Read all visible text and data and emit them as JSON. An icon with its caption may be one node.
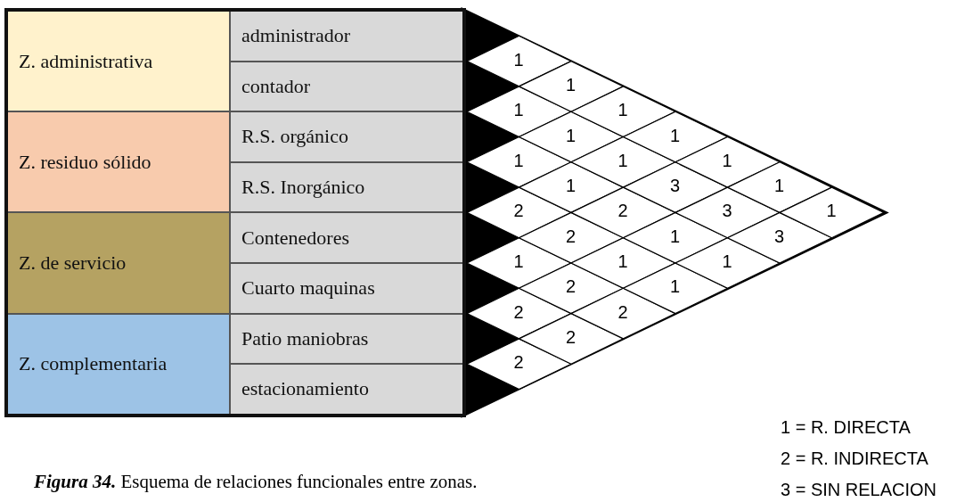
{
  "diagram": {
    "caption": "**Figura 34.** Esquema de relaciones funcionales entre zonas.",
    "nodes": [
      {
        "text": [
          "Z. administrativa"
        ]
      },
      {
        "text": [
          "administrador"
        ]
      },
      {
        "text": [
          "contador"
        ]
      },
      {
        "text": [
          "Z. residuo sólido"
        ]
      },
      {
        "text": [
          "R.S. orgánico"
        ]
      },
      {
        "text": [
          "R.S. Inorgánico"
        ]
      },
      {
        "text": [
          "Z. de servicio"
        ]
      },
      {
        "text": [
          "Contenedores"
        ]
      },
      {
        "text": [
          "Cuarto maquinas"
        ]
      },
      {
        "text": [
          "Z. complementaria"
        ]
      },
      {
        "text": [
          "Patio maniobras"
        ]
      },
      {
        "text": [
          "estacionamiento"
        ]
      }
    ],
    "labels": [
      "1",
      "1",
      "1",
      "2",
      "1",
      "2",
      "2",
      "1",
      "1",
      "1",
      "2",
      "2",
      "2",
      "1",
      "1",
      "2",
      "1",
      "2",
      "1",
      "3",
      "1",
      "1",
      "1",
      "3",
      "1",
      "1",
      "3",
      "1",
      "1 = R. DIRECTA",
      "2 = R. INDIRECTA",
      "3 = SIN RELACION"
    ]
  }
}
